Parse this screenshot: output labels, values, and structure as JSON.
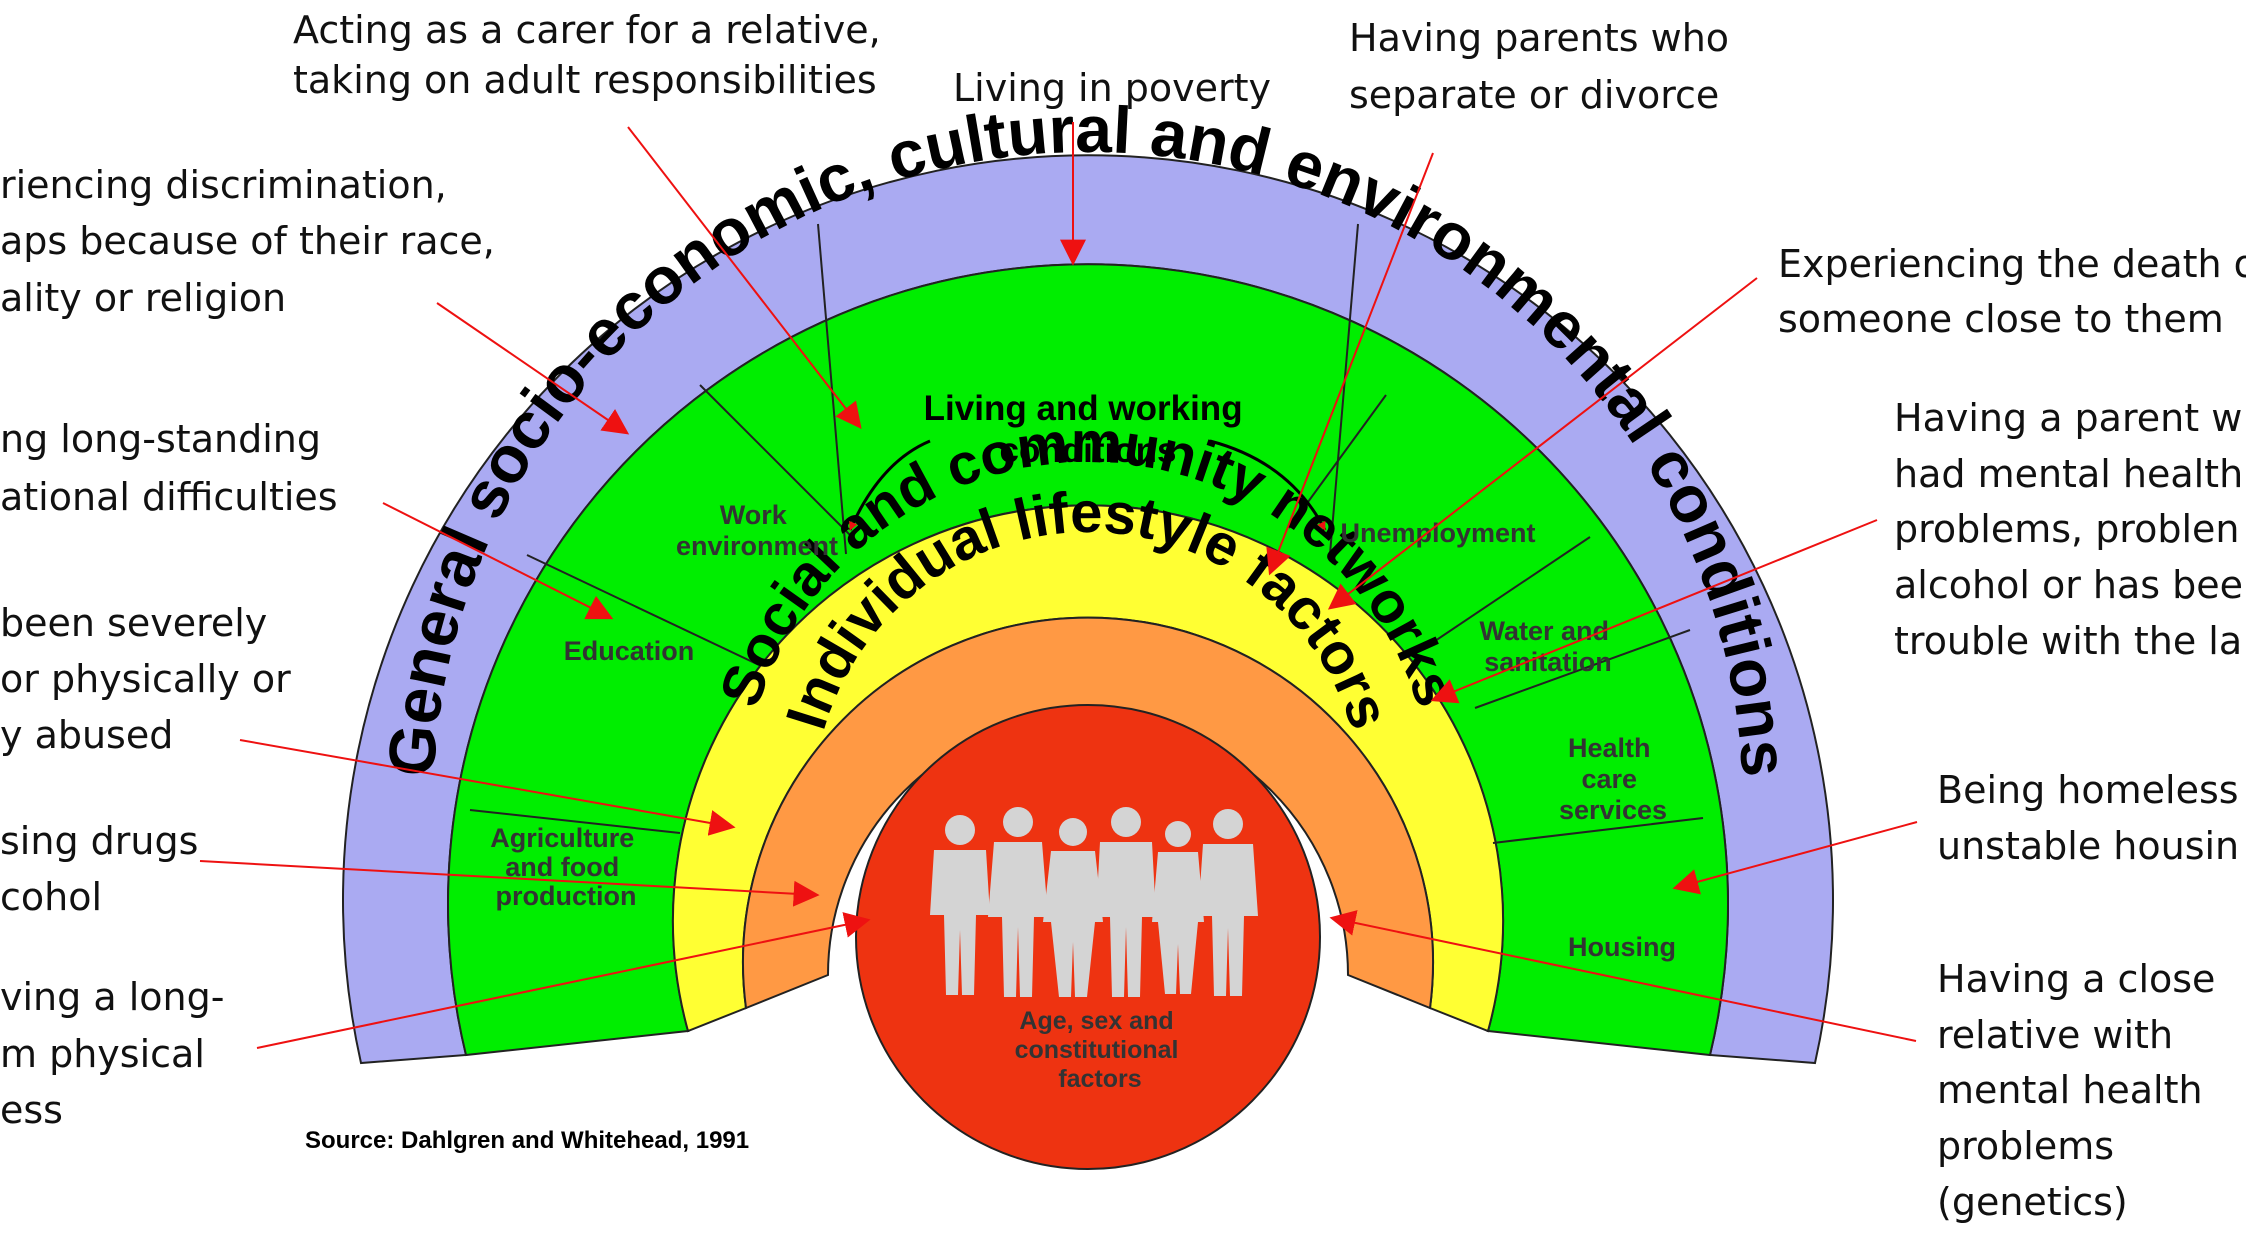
{
  "diagram": {
    "rings": {
      "general": "General socio-economic, cultural and environmental conditions",
      "social": "Social and community networks",
      "individual": "Individual lifestyle factors"
    },
    "living_working": [
      "Living and working",
      "conditions"
    ],
    "segments": [
      {
        "id": "agriculture",
        "lines": [
          "Agriculture",
          "and food",
          "production"
        ]
      },
      {
        "id": "education",
        "lines": [
          "Education"
        ]
      },
      {
        "id": "work",
        "lines": [
          "Work",
          "environment"
        ]
      },
      {
        "id": "unemployment",
        "lines": [
          "Unemployment"
        ]
      },
      {
        "id": "water",
        "lines": [
          "Water and",
          "sanitation"
        ]
      },
      {
        "id": "health",
        "lines": [
          "Health",
          "care",
          "services"
        ]
      },
      {
        "id": "housing",
        "lines": [
          "Housing"
        ]
      }
    ],
    "core": [
      "Age, sex and",
      "constitutional",
      "factors"
    ],
    "source": "Source: Dahlgren and Whitehead, 1991",
    "colors": {
      "outer_ring": "#aaaaf2",
      "green": "#00ee00",
      "yellow": "#ffff33",
      "orange": "#ff9944",
      "core": "#ee3311",
      "arrow": "#ee1111",
      "figures": "#d4d4d4"
    }
  },
  "annotations": [
    {
      "id": "carer",
      "lines": [
        "Acting as a carer for a relative,",
        "taking on adult responsibilities"
      ]
    },
    {
      "id": "poverty",
      "lines": [
        "Living in poverty"
      ]
    },
    {
      "id": "parents-separate",
      "lines": [
        "Having parents who",
        "separate or divorce"
      ]
    },
    {
      "id": "discrimination",
      "lines": [
        "riencing discrimination,",
        "aps because of their race,",
        "ality or religion"
      ]
    },
    {
      "id": "educational",
      "lines": [
        "ng long-standing",
        "ational difficulties"
      ]
    },
    {
      "id": "abused",
      "lines": [
        "been severely",
        "or physically or",
        "y abused"
      ]
    },
    {
      "id": "drugs",
      "lines": [
        "sing drugs",
        "cohol"
      ]
    },
    {
      "id": "physical-illness",
      "lines": [
        "ving a long-",
        "m physical",
        "ess"
      ]
    },
    {
      "id": "death",
      "lines": [
        "Experiencing the death o",
        "someone close to them"
      ]
    },
    {
      "id": "parent-problems",
      "lines": [
        "Having a parent w",
        "had mental health",
        "problems, problen",
        "alcohol or has bee",
        "trouble with the la"
      ]
    },
    {
      "id": "homeless",
      "lines": [
        "Being homeless",
        "unstable housin"
      ]
    },
    {
      "id": "genetics",
      "lines": [
        "Having a close",
        "relative with",
        "mental health",
        "problems",
        "(genetics)"
      ]
    }
  ]
}
